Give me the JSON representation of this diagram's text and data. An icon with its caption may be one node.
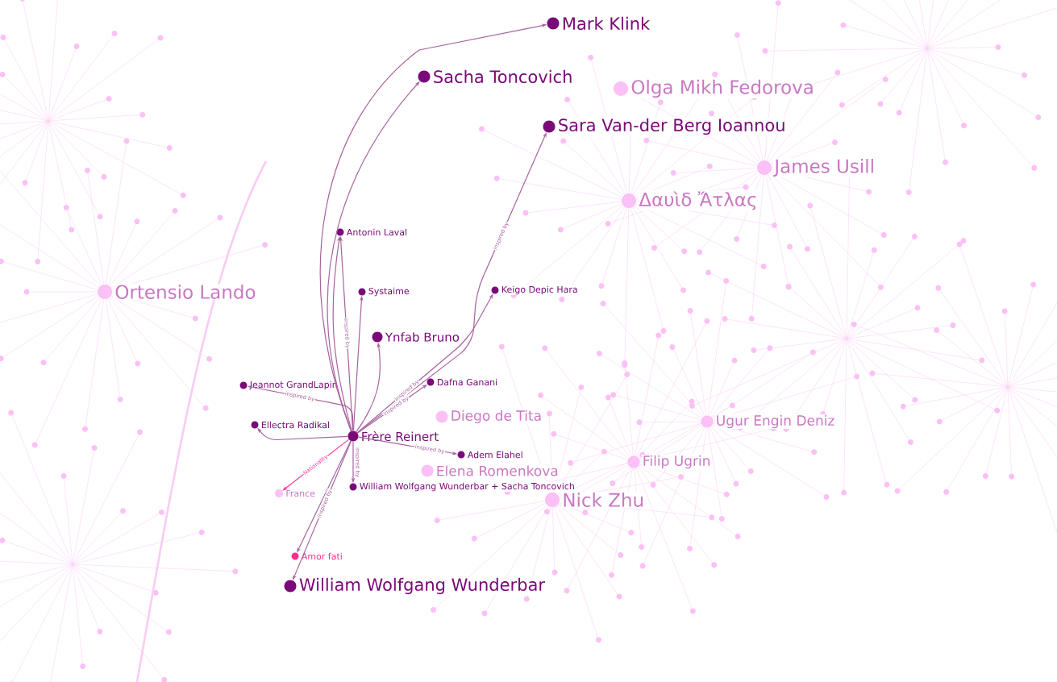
{
  "diagram": {
    "nodes": [
      {
        "text": [
          "Frère Reinert"
        ]
      },
      {
        "text": [
          "Antonin Laval"
        ]
      },
      {
        "text": [
          "Systaime"
        ]
      },
      {
        "text": [
          "Ynfab Bruno"
        ]
      },
      {
        "text": [
          "Keigo Depic Hara"
        ]
      },
      {
        "text": [
          "Dafna Ganani"
        ]
      },
      {
        "text": [
          "Jeannot GrandLapin"
        ]
      },
      {
        "text": [
          "Ellectra Radikal"
        ]
      },
      {
        "text": [
          "Adem Elahel"
        ]
      },
      {
        "text": [
          "William Wolfgang Wunderbar + Sacha Toncovich"
        ]
      },
      {
        "text": [
          "France"
        ]
      },
      {
        "text": [
          "Amor fati"
        ]
      },
      {
        "text": [
          "William Wolfgang Wunderbar"
        ]
      },
      {
        "text": [
          "Sacha Toncovich"
        ]
      },
      {
        "text": [
          "Mark Klink"
        ]
      },
      {
        "text": [
          "Sara Van-der Berg Ioannou"
        ]
      },
      {
        "text": [
          "Ortensio Lando"
        ]
      },
      {
        "text": [
          "James Usill"
        ]
      },
      {
        "text": [
          "Δαυὶδ Ἄτλας"
        ]
      },
      {
        "text": [
          "Olga Mikh Fedorova"
        ]
      },
      {
        "text": [
          "Nick Zhu"
        ]
      },
      {
        "text": [
          "Filip Ugrin"
        ]
      },
      {
        "text": [
          "Ugur Engin Deniz"
        ]
      },
      {
        "text": [
          "Diego de Tita"
        ]
      },
      {
        "text": [
          "Elena Romenkova"
        ]
      }
    ],
    "edges": [
      {
        "from": 0,
        "to": 1,
        "arrow": "to",
        "label": "inspired by"
      },
      {
        "from": 0,
        "to": 1,
        "arrow": "to"
      },
      {
        "from": 0,
        "to": 2,
        "arrow": "to"
      },
      {
        "from": 0,
        "to": 3,
        "arrow": "to"
      },
      {
        "from": 0,
        "to": 4,
        "arrow": "to",
        "label": "inspired by"
      },
      {
        "from": 0,
        "to": 15,
        "arrow": "to",
        "label": "inspired by"
      },
      {
        "from": 0,
        "to": 5,
        "arrow": "to",
        "label": "inspired by"
      },
      {
        "from": 0,
        "to": 6,
        "arrow": "to",
        "label": "inspired by"
      },
      {
        "from": 0,
        "to": 7,
        "arrow": "to"
      },
      {
        "from": 0,
        "to": 8,
        "arrow": "to",
        "label": "inspired by"
      },
      {
        "from": 0,
        "to": 9,
        "arrow": "to",
        "label": "inspired by"
      },
      {
        "from": 0,
        "to": 10,
        "arrow": "to",
        "label": "Nationality",
        "color": "#ff3399"
      },
      {
        "from": 0,
        "to": 12,
        "arrow": "to",
        "label": "inspired by"
      },
      {
        "from": 0,
        "to": 11,
        "arrow": "to"
      },
      {
        "from": 0,
        "to": 13,
        "arrow": "to"
      },
      {
        "from": 0,
        "to": 14,
        "arrow": "to"
      }
    ]
  }
}
